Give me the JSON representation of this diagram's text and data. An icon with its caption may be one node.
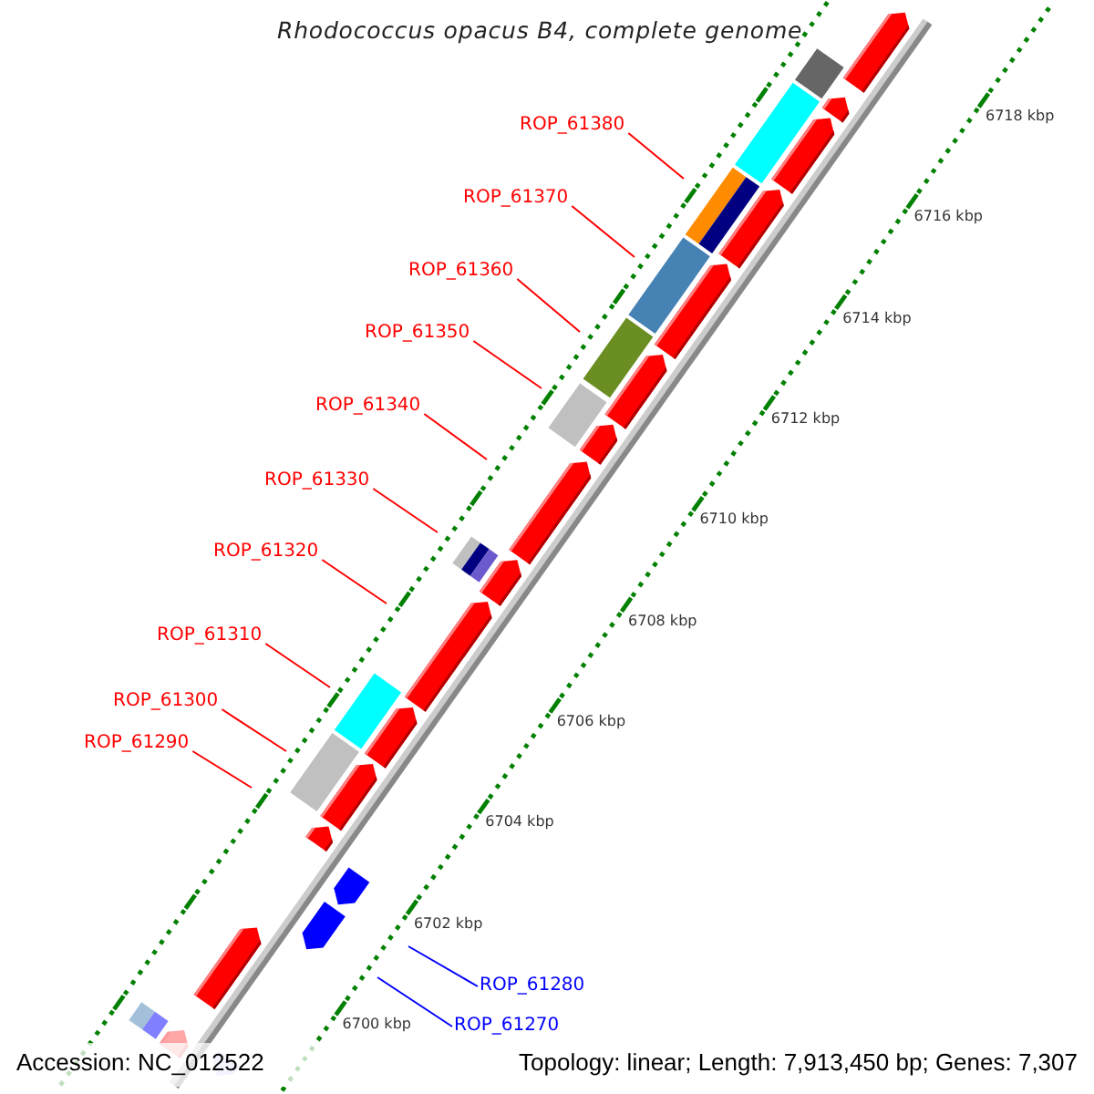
{
  "diagram": {
    "title": "Rhodococcus opacus B4, complete genome",
    "nodes": [
      {
        "text": [
          "ROP_61380"
        ]
      },
      {
        "text": [
          "ROP_61370"
        ]
      },
      {
        "text": [
          "ROP_61360"
        ]
      },
      {
        "text": [
          "ROP_61350"
        ]
      },
      {
        "text": [
          "ROP_61340"
        ]
      },
      {
        "text": [
          "ROP_61330"
        ]
      },
      {
        "text": [
          "ROP_61320"
        ]
      },
      {
        "text": [
          "ROP_61310"
        ]
      },
      {
        "text": [
          "ROP_61300"
        ]
      },
      {
        "text": [
          "ROP_61290"
        ]
      },
      {
        "text": [
          "ROP_61280"
        ]
      },
      {
        "text": [
          "ROP_61270"
        ]
      }
    ],
    "edges": [
      {
        "from": 0,
        "to": null,
        "arrow": "none"
      },
      {
        "from": 1,
        "to": null,
        "arrow": "none"
      },
      {
        "from": 2,
        "to": null,
        "arrow": "none"
      },
      {
        "from": 3,
        "to": null,
        "arrow": "none"
      },
      {
        "from": 4,
        "to": null,
        "arrow": "none"
      },
      {
        "from": 5,
        "to": null,
        "arrow": "none"
      },
      {
        "from": 6,
        "to": null,
        "arrow": "none"
      },
      {
        "from": 7,
        "to": null,
        "arrow": "none"
      },
      {
        "from": 8,
        "to": null,
        "arrow": "none"
      },
      {
        "from": 9,
        "to": null,
        "arrow": "none"
      },
      {
        "from": 10,
        "to": null,
        "arrow": "none",
        "color": "#0000ff"
      },
      {
        "from": 11,
        "to": null,
        "arrow": "none",
        "color": "#0000ff"
      }
    ],
    "labels": [
      "6700 kbp",
      "6702 kbp",
      "6704 kbp",
      "6706 kbp",
      "6708 kbp",
      "6710 kbp",
      "6712 kbp",
      "6714 kbp",
      "6716 kbp",
      "6718 kbp",
      "Accession: NC_012522",
      "Topology: linear; Length: 7,913,450 bp; Genes: 7,307"
    ]
  }
}
